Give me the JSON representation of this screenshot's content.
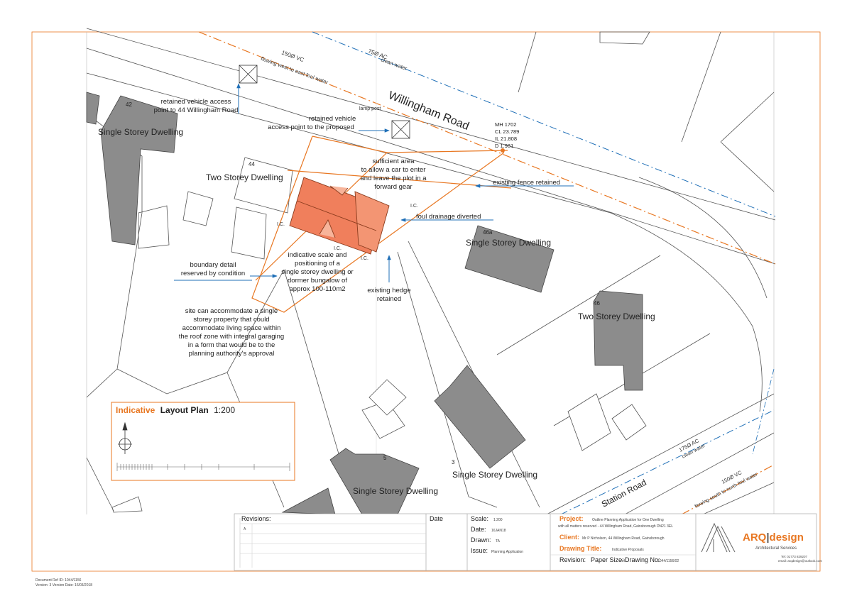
{
  "roads": {
    "willingham": "Willingham Road",
    "station": "Station Road"
  },
  "services": {
    "foul_top": "150Ø VC",
    "foul_top_desc": "flowing west to east foul water",
    "clean_top": "75Ø AC",
    "clean_top_desc": "clean water",
    "clean_bottom": "175Ø AC",
    "clean_bottom_desc": "clean water",
    "foul_bottom": "150Ø VC",
    "foul_bottom_desc": "flowing south to north foul water"
  },
  "manhole": {
    "id": "MH 1702",
    "cl": "CL 23.789",
    "il": "IL 21.808",
    "d": "D 1.981"
  },
  "lamp_post": "lamp post",
  "buildings": {
    "b42_num": "42",
    "b42_label": "Single Storey Dwelling",
    "b44_num": "44",
    "b44_label": "Two Storey Dwelling",
    "b46a_num": "46a",
    "b46a_label": "Single Storey Dwelling",
    "b46_num": "46",
    "b46_label": "Two Storey Dwelling",
    "b3_num": "3",
    "b3_label": "Single Storey Dwelling",
    "b5_num": "5",
    "b5_label": "Single Storey Dwelling"
  },
  "ic_labels": [
    "I.C.",
    "I.C.",
    "I.C.",
    "I.C."
  ],
  "annotations": {
    "access44": [
      "retained vehicle access",
      "point to 44 Willingham Road"
    ],
    "access_proposed": [
      "retained vehicle",
      "access point to the proposed"
    ],
    "sufficient_area": [
      "sufficient area",
      "to allow a car to enter",
      "and leave the plot in a",
      "forward gear"
    ],
    "fence": "existing fence retained",
    "drainage": "foul drainage diverted",
    "boundary": [
      "boundary detail",
      "reserved by condition"
    ],
    "indicative": [
      "indicative scale and",
      "positioning of a",
      "single storey dwelling or",
      "dormer bungalow of",
      "approx 100-110m2"
    ],
    "hedge": [
      "existing hedge",
      "retained"
    ],
    "site": [
      "site can accommodate a single",
      "storey property that could",
      "accommodate living space within",
      "the roof zone with integral garaging",
      "in a form that would be to the",
      "planning authority's approval"
    ]
  },
  "layout_box": {
    "word_orange": "Indicative",
    "word_black": "Layout Plan",
    "scale": "1:200"
  },
  "title_block": {
    "revisions_label": "Revisions:",
    "revision_letter": "A",
    "date_label": "Date",
    "scale_label": "Scale:",
    "scale_value": "1:200",
    "date_field_label": "Date:",
    "date_value": "16JAN18",
    "drawn_label": "Drawn:",
    "drawn_value": "TA",
    "issue_label": "Issue:",
    "issue_value": "Planning Application",
    "project_label": "Project:",
    "project_value": "Outline Planning Application for One Dwelling",
    "project_value2": "with all matters reserved - 44 Willingham Road, Gainsborough DN21 3EL",
    "client_label": "Client:",
    "client_value": "Mr P Nicholson, 44 Willingham Road, Gainsborough",
    "drawing_title_label": "Drawing Title:",
    "drawing_title_value": "Indicative Proposals",
    "revision_label": "Revision:",
    "paper_label": "Paper Size:",
    "paper_value": "A4",
    "drawing_no_label": "Drawing No:",
    "drawing_no_value": "1044/1156/02",
    "brand_a": "ARQ",
    "brand_sep": "|",
    "brand_b": "design",
    "brand_sub": "Architectural Services",
    "contact1": "Tel: 01773 829207",
    "contact2": "email: arqdesign@outlook.com"
  },
  "footer": {
    "doc_ref": "Document Ref ID: 1044/1156",
    "version": "Version: 3  Version Date: 16/03/2018"
  },
  "colors": {
    "orange": "#e87722",
    "blue": "#1f6fb7",
    "building_fill": "#8c8c8c",
    "proposed_fill": "#f07f5c"
  }
}
